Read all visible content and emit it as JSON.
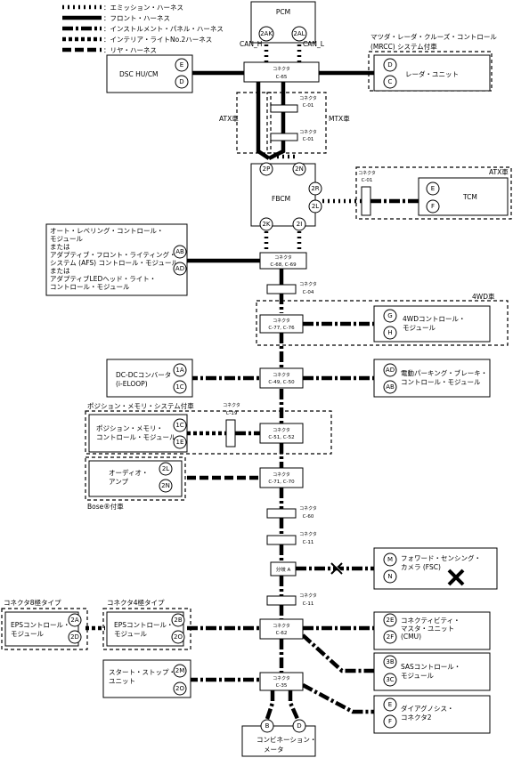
{
  "legend": [
    {
      "label": "：エミッション・ハーネス",
      "style": "emission"
    },
    {
      "label": "：フロント・ハーネス",
      "style": "front"
    },
    {
      "label": "：インストルメント・パネル・ハーネス",
      "style": "instrument"
    },
    {
      "label": "：インテリア・ライトNo.2ハーネス",
      "style": "interior"
    },
    {
      "label": "：リヤ・ハーネス",
      "style": "rear"
    }
  ],
  "modules": {
    "pcm": "PCM",
    "dsc": "DSC HU/CM",
    "mrcc_title": [
      "マツダ・レーダ・クルーズ・コントロール",
      "(MRCC) システム付車"
    ],
    "radar": "レーダ・ユニット",
    "fbcm": "FBCM",
    "tcm": "TCM",
    "leveling": [
      "オート・レベリング・コントロール・",
      "モジュール",
      "または",
      "アダプティブ・フロント・ライティング・",
      "システム (AFS) コントロール・モジュール",
      "または",
      "アダプティブLEDヘッド・ライト・",
      "コントロール・モジュール"
    ],
    "awd": [
      "4WDコントロール・",
      "モジュール"
    ],
    "dcdc": [
      "DC-DCコンバータ",
      "(i-ELOOP)"
    ],
    "epb": [
      "電動パーキング・ブレーキ・",
      "コントロール・モジュール"
    ],
    "position_title": "ポジション・メモリ・システム付車",
    "position": [
      "ポジション・メモリ・",
      "コントロール・モジュール"
    ],
    "audio": [
      "オーディオ・",
      "アンプ"
    ],
    "bose": "Bose®付車",
    "fsc": [
      "フォワード・センシング・",
      "カメラ (FSC)"
    ],
    "eps8_title": "コネクタ8極タイプ",
    "eps4_title": "コネクタ4極タイプ",
    "eps": [
      "EPSコントロール・",
      "モジュール"
    ],
    "cmu": [
      "コネクティビティ・",
      "マスタ・ユニット",
      "(CMU)"
    ],
    "sas": [
      "SASコントロール・",
      "モジュール"
    ],
    "startstop": [
      "スタート・ストップ・",
      "ユニット"
    ],
    "diag": [
      "ダイアグノシス・",
      "コネクタ2"
    ],
    "combi": [
      "コンビネーション・",
      "メータ"
    ]
  },
  "labels": {
    "can_h": "CAN_H",
    "can_l": "CAN_L",
    "atx1": "ATX車",
    "mtx": "MTX車",
    "atx2": "ATX車",
    "wd4": "4WD車"
  },
  "connectors": {
    "connector_word": "コネクタ",
    "c65": "C-65",
    "c01": "C-01",
    "c6869": "C-68, C-69",
    "c04": "C-04",
    "c7776": "C-77, C-76",
    "c4950": "C-49, C-50",
    "c19": "C-19",
    "c5152": "C-51, C-52",
    "c7170": "C-71, C-70",
    "c60": "C-60",
    "c11": "C-11",
    "branch": "分岐 A",
    "c62": "C-62",
    "c35": "C-35"
  },
  "pins": {
    "pcm_h": "2AK",
    "pcm_l": "2AL",
    "dsc_1": "E",
    "dsc_2": "D",
    "radar_1": "D",
    "radar_2": "C",
    "fbcm_2p": "2P",
    "fbcm_2n": "2N",
    "fbcm_2r": "2R",
    "fbcm_2l": "2L",
    "fbcm_2k": "2K",
    "fbcm_2i": "2I",
    "tcm_1": "E",
    "tcm_2": "F",
    "lev_1": "AB",
    "lev_2": "AD",
    "awd_1": "G",
    "awd_2": "H",
    "dcdc_1": "1A",
    "dcdc_2": "1C",
    "epb_1": "AD",
    "epb_2": "AB",
    "pos_1": "1C",
    "pos_2": "1E",
    "audio_1": "2L",
    "audio_2": "2N",
    "fsc_1": "M",
    "fsc_2": "N",
    "eps8_1": "2A",
    "eps8_2": "2D",
    "eps4_1": "2B",
    "eps4_2": "2O",
    "cmu_1": "2E",
    "cmu_2": "2F",
    "sas_1": "3B",
    "sas_2": "3C",
    "ss_1": "2M",
    "ss_2": "2O",
    "diag_1": "E",
    "diag_2": "F",
    "combi_1": "B",
    "combi_2": "D"
  }
}
